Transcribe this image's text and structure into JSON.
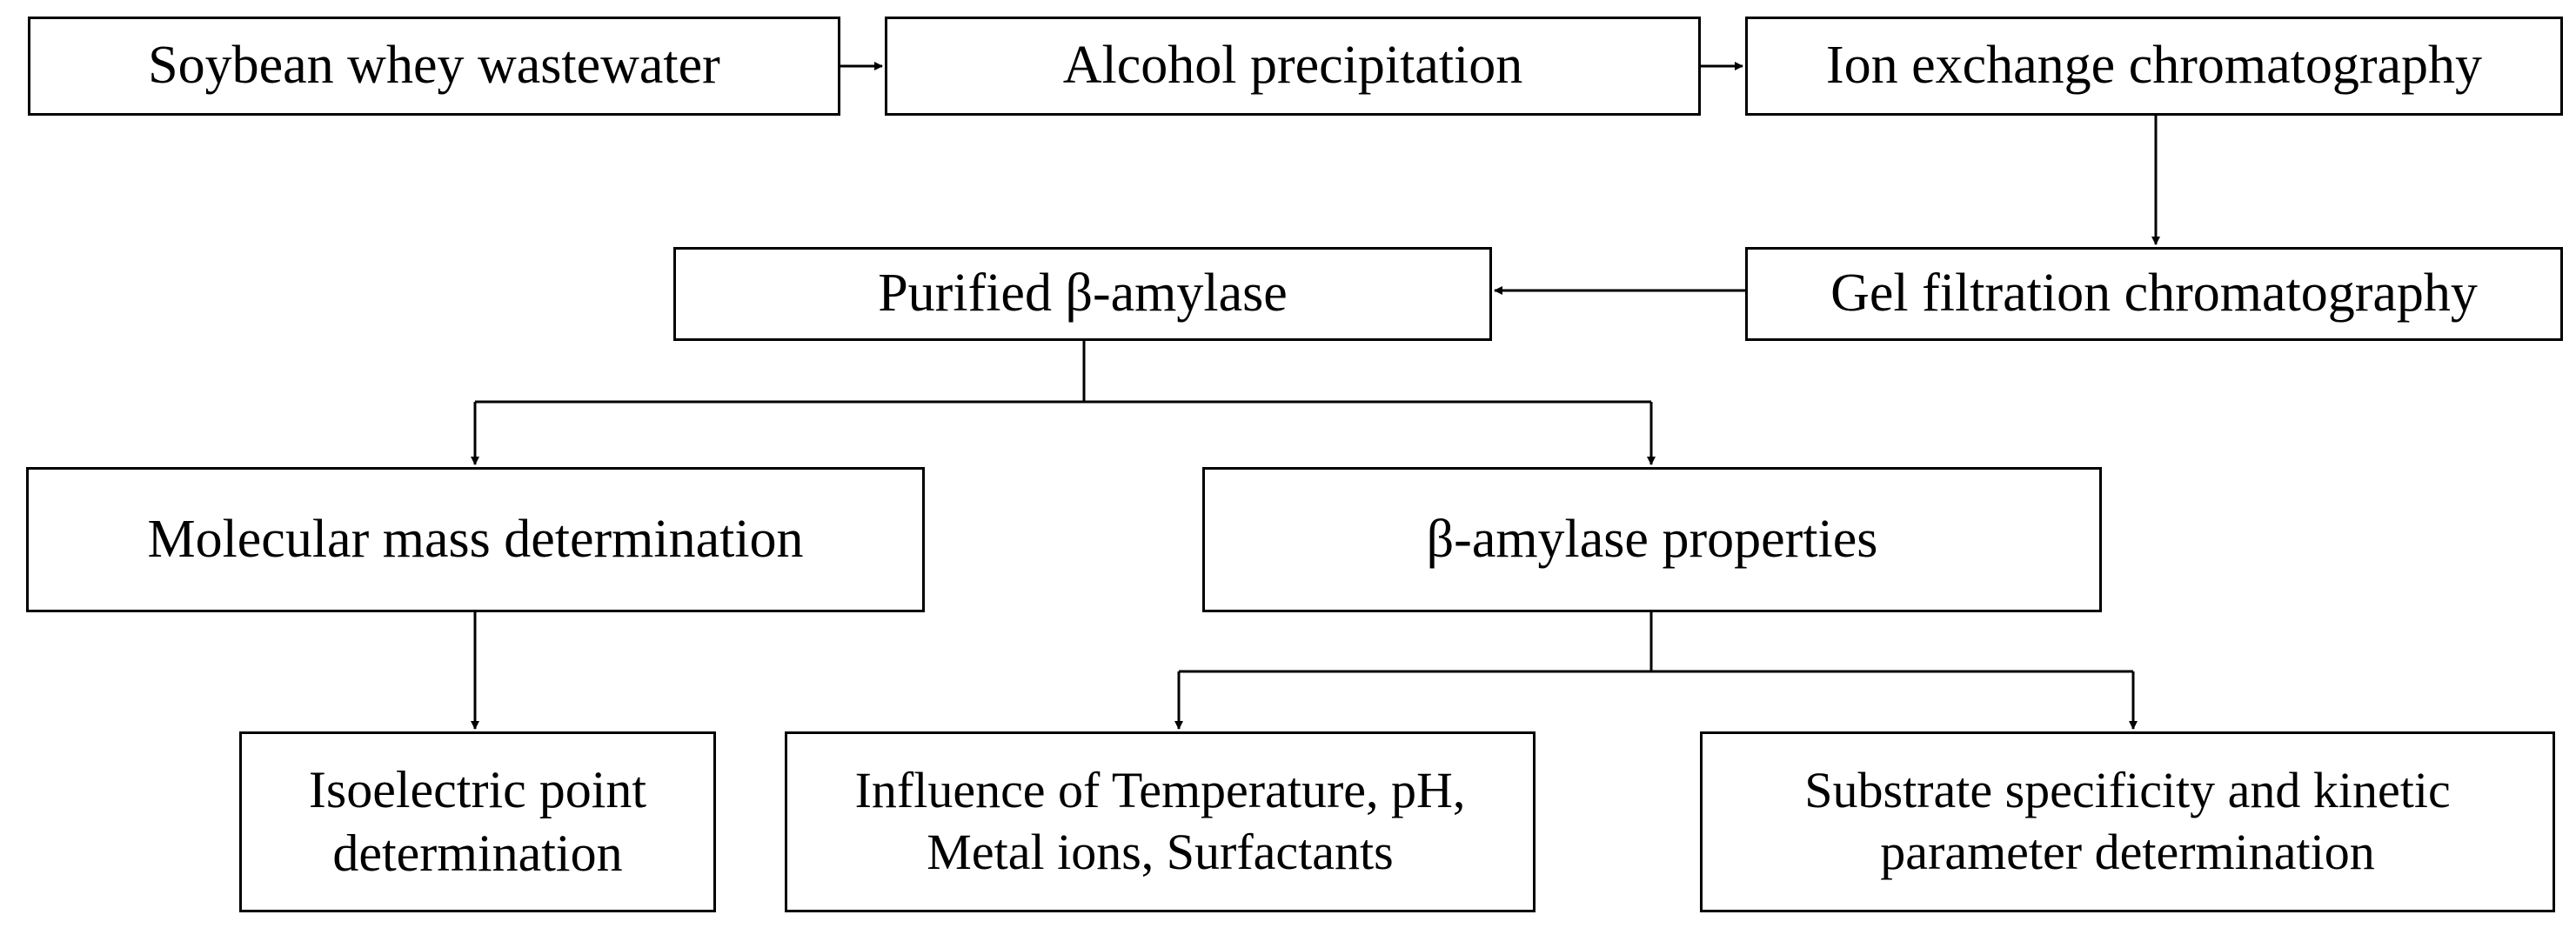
{
  "diagram": {
    "nodes": {
      "soybean_whey": "Soybean whey wastewater",
      "alcohol_precipitation": "Alcohol precipitation",
      "ion_exchange": "Ion exchange chromatography",
      "gel_filtration": "Gel filtration chromatography",
      "purified_beta_amylase": "Purified β-amylase",
      "molecular_mass": "Molecular mass determination",
      "beta_amylase_properties": "β-amylase  properties",
      "isoelectric_point": "Isoelectric point\ndetermination",
      "influence_factors": "Influence of Temperature, pH,\nMetal ions, Surfactants",
      "substrate_kinetics": "Substrate specificity and kinetic\nparameter determination"
    },
    "edges": [
      [
        "soybean_whey",
        "alcohol_precipitation"
      ],
      [
        "alcohol_precipitation",
        "ion_exchange"
      ],
      [
        "ion_exchange",
        "gel_filtration"
      ],
      [
        "gel_filtration",
        "purified_beta_amylase"
      ],
      [
        "purified_beta_amylase",
        "molecular_mass"
      ],
      [
        "purified_beta_amylase",
        "beta_amylase_properties"
      ],
      [
        "molecular_mass",
        "isoelectric_point"
      ],
      [
        "beta_amylase_properties",
        "influence_factors"
      ],
      [
        "beta_amylase_properties",
        "substrate_kinetics"
      ]
    ],
    "line_color": "#000000"
  }
}
